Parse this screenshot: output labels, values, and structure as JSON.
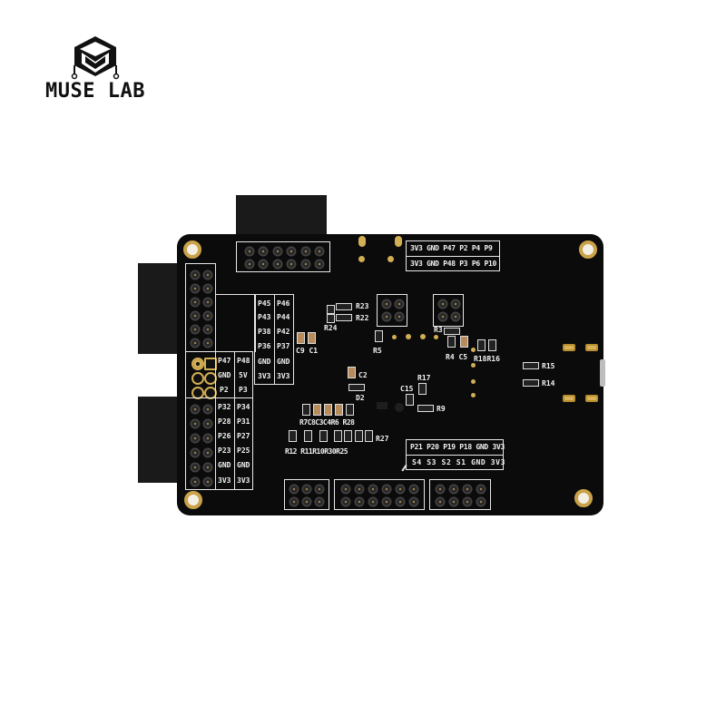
{
  "brand": {
    "name": "MUSE LAB"
  },
  "board": {
    "color": "#0b0b0b",
    "silkscreen_color": "#e8e8e8",
    "pad_color": "#c9a24a",
    "top_header_labels": {
      "row1": [
        "3V3",
        "GND",
        "P47",
        "P2",
        "P4",
        "P9"
      ],
      "row2": [
        "3V3",
        "GND",
        "P48",
        "P3",
        "P6",
        "P10"
      ]
    },
    "mid_header_labels": {
      "col1": [
        "P45",
        "P43",
        "P38",
        "P36",
        "GND",
        "3V3"
      ],
      "col2": [
        "P46",
        "P44",
        "P42",
        "P37",
        "GND",
        "3V3"
      ]
    },
    "left_small_header_labels": {
      "col1": [
        "P47",
        "GND",
        "P2"
      ],
      "col2": [
        "P48",
        "5V",
        "P3"
      ]
    },
    "left_lower_header_labels": {
      "col1": [
        "P32",
        "P28",
        "P26",
        "P23",
        "GND",
        "3V3"
      ],
      "col2": [
        "P34",
        "P31",
        "P27",
        "P25",
        "GND",
        "3V3"
      ]
    },
    "bottom_header_labels": {
      "row1": [
        "P21",
        "P20",
        "P19",
        "P18",
        "GND",
        "3V3"
      ],
      "row2": [
        "S4",
        "S3",
        "S2",
        "S1",
        "GND",
        "3V3"
      ]
    },
    "components": {
      "r23": "R23",
      "r22": "R22",
      "r24": "R24",
      "r3": "R3",
      "r4": "R4",
      "c5": "C5",
      "r5": "R5",
      "c9": "C9",
      "c1": "C1",
      "r18": "R18",
      "r16": "R16",
      "r15": "R15",
      "r14": "R14",
      "c2": "C2",
      "d2": "D2",
      "r17": "R17",
      "c15": "C15",
      "r9": "R9",
      "r7": "R7",
      "c8": "C8",
      "c3": "C3",
      "c4": "C4",
      "r6": "R6",
      "r28": "R28",
      "r27": "R27",
      "r12": "R12",
      "r11": "R11",
      "r10": "R10",
      "r30": "R30",
      "r25": "R25"
    }
  }
}
